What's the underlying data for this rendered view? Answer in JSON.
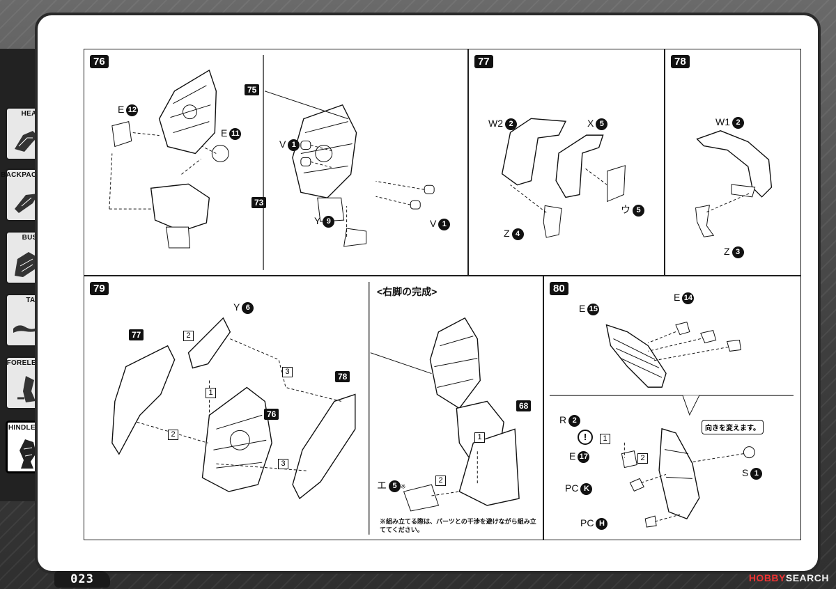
{
  "sidebar": {
    "tabs": [
      {
        "label": "HEAD",
        "active": false
      },
      {
        "label": "BACKPACK",
        "active": false
      },
      {
        "label": "BUST",
        "active": false
      },
      {
        "label": "TAIL",
        "active": false
      },
      {
        "label": "FORELEG",
        "active": false
      },
      {
        "label": "HINDLEG",
        "active": true
      }
    ]
  },
  "page_number": "023",
  "watermark": {
    "brand": "HOBBY",
    "rest": "SEARCH"
  },
  "steps": {
    "s76": {
      "number": "76",
      "labels": {
        "e12": {
          "letter": "E",
          "num": "12"
        },
        "e11": {
          "letter": "E",
          "num": "11"
        },
        "v1": {
          "letter": "V",
          "num": "1"
        },
        "v1b": {
          "letter": "V",
          "num": "1"
        },
        "y9": {
          "letter": "Y",
          "num": "9"
        }
      },
      "refs": {
        "r75": "75",
        "r73": "73"
      }
    },
    "s77": {
      "number": "77",
      "labels": {
        "w2": {
          "letter": "W2",
          "num": "2"
        },
        "x5": {
          "letter": "X",
          "num": "5"
        },
        "u5": {
          "letter": "ウ",
          "num": "5"
        },
        "z4": {
          "letter": "Z",
          "num": "4"
        }
      }
    },
    "s78": {
      "number": "78",
      "labels": {
        "w1": {
          "letter": "W1",
          "num": "2"
        },
        "z3": {
          "letter": "Z",
          "num": "3"
        }
      }
    },
    "s79": {
      "number": "79",
      "labels": {
        "y6": {
          "letter": "Y",
          "num": "6"
        },
        "e5": {
          "letter": "エ",
          "num": "5",
          "mark": "※"
        }
      },
      "refs": {
        "r77": "77",
        "r76": "76",
        "r78": "78",
        "r68": "68"
      },
      "complete_title": "<右脚の完成>",
      "note": "※組み立てる際は、パーツとの干渉を避けながら組み立ててください。"
    },
    "s80": {
      "number": "80",
      "labels": {
        "e15": {
          "letter": "E",
          "num": "15"
        },
        "e14": {
          "letter": "E",
          "num": "14"
        },
        "r2": {
          "letter": "R",
          "num": "2"
        },
        "e17": {
          "letter": "E",
          "num": "17"
        },
        "pck": {
          "letter": "PC",
          "num": "K"
        },
        "pch": {
          "letter": "PC",
          "num": "H"
        },
        "s1": {
          "letter": "S",
          "num": "1"
        }
      },
      "callout": "向きを変えます。",
      "warn": "!"
    }
  },
  "seq": {
    "one": "1",
    "two": "2",
    "three": "3"
  }
}
